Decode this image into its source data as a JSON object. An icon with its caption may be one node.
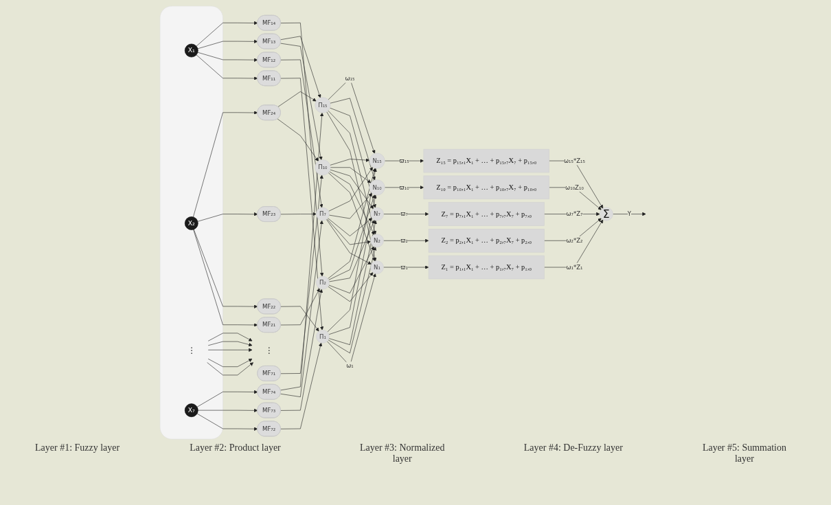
{
  "diagram": {
    "nodes": [
      {
        "text": [],
        "shape": "box"
      },
      {
        "text": [
          "X₁"
        ],
        "in": 0
      },
      {
        "text": [
          "X₂"
        ],
        "in": 0
      },
      {
        "text": [
          "⋮"
        ],
        "in": 0
      },
      {
        "text": [
          "X₇"
        ],
        "in": 0
      },
      {
        "text": [
          "MF₁₁"
        ]
      },
      {
        "text": [
          "MF₁₂"
        ]
      },
      {
        "text": [
          "MF₁₃"
        ]
      },
      {
        "text": [
          "MF₁₄"
        ]
      },
      {
        "text": [
          "MF₂₁"
        ]
      },
      {
        "text": [
          "MF₂₂"
        ]
      },
      {
        "text": [
          "MF₂₃"
        ]
      },
      {
        "text": [
          "MF₂₄"
        ]
      },
      {
        "text": [
          "⋮"
        ]
      },
      {
        "text": [
          "MF₇₁"
        ]
      },
      {
        "text": [
          "MF₇₂"
        ]
      },
      {
        "text": [
          "MF₇₃"
        ]
      },
      {
        "text": [
          "MF₇₄"
        ]
      },
      {
        "text": [
          "Π₁"
        ]
      },
      {
        "text": [
          "Π₂"
        ]
      },
      {
        "text": [
          "Π₇"
        ]
      },
      {
        "text": [
          "Π₁₀"
        ]
      },
      {
        "text": [
          "Π₁₅"
        ]
      },
      {
        "text": [
          "N₁"
        ]
      },
      {
        "text": [
          "N₂"
        ]
      },
      {
        "text": [
          "N₇"
        ]
      },
      {
        "text": [
          "N₁₀"
        ]
      },
      {
        "text": [
          "N₁₅"
        ]
      },
      {
        "text": [
          "Z₁ = p₁,₁X₁ + … + p₁,₇X₇ + p₁,₀"
        ]
      },
      {
        "text": [
          "Z₂ = p₂,₁X₁ + … + p₂,₇X₇ + p₂,₀"
        ]
      },
      {
        "text": [
          "Z₇ = p₇,₁X₁ + … + p₇,₇X₇ + p₇,₀"
        ]
      },
      {
        "text": [
          "Z₁₀ = p₁₀,₁X₁ + … + p₁₀,₇X₇ + p₁₀,₀"
        ]
      },
      {
        "text": [
          "Z₁₅ = p₁₅,₁X₁ + … + p₁₅,₇X₇ + p₁₅,₀"
        ]
      },
      {
        "text": [
          "Σ"
        ]
      }
    ],
    "edges": [
      {
        "from": 1,
        "to": 5,
        "arrow": "to"
      },
      {
        "from": 1,
        "to": 6,
        "arrow": "to"
      },
      {
        "from": 1,
        "to": 7,
        "arrow": "to"
      },
      {
        "from": 1,
        "to": 8,
        "arrow": "to"
      },
      {
        "from": 2,
        "to": 9,
        "arrow": "to"
      },
      {
        "from": 2,
        "to": 10,
        "arrow": "to"
      },
      {
        "from": 2,
        "to": 11,
        "arrow": "to"
      },
      {
        "from": 2,
        "to": 12,
        "arrow": "to"
      },
      {
        "from": 3,
        "to": 13,
        "arrow": "to"
      },
      {
        "from": 3,
        "to": 13,
        "arrow": "to"
      },
      {
        "from": 3,
        "to": 13,
        "arrow": "to"
      },
      {
        "from": 3,
        "to": 13,
        "arrow": "to"
      },
      {
        "from": 3,
        "to": 13,
        "arrow": "to"
      },
      {
        "from": 4,
        "to": 15,
        "arrow": "to"
      },
      {
        "from": 4,
        "to": 16,
        "arrow": "to"
      },
      {
        "from": 4,
        "to": 17,
        "arrow": "to"
      },
      {
        "from": 5,
        "to": 18,
        "arrow": "to"
      },
      {
        "from": 10,
        "to": 18,
        "arrow": "to"
      },
      {
        "from": 15,
        "to": 18,
        "arrow": "to"
      },
      {
        "from": 8,
        "to": 19,
        "arrow": "to"
      },
      {
        "from": 9,
        "to": 19,
        "arrow": "to"
      },
      {
        "from": 16,
        "to": 19,
        "arrow": "to"
      },
      {
        "from": 6,
        "to": 20,
        "arrow": "to"
      },
      {
        "from": 11,
        "to": 20,
        "arrow": "to"
      },
      {
        "from": 17,
        "to": 20,
        "arrow": "to"
      },
      {
        "from": 14,
        "to": 21,
        "arrow": "to"
      },
      {
        "from": 7,
        "to": 21,
        "arrow": "to"
      },
      {
        "from": 12,
        "to": 21,
        "arrow": "to"
      },
      {
        "from": 7,
        "to": 22,
        "arrow": "to"
      },
      {
        "from": 12,
        "to": 22,
        "arrow": "to"
      },
      {
        "from": 17,
        "to": 22,
        "arrow": "to"
      },
      {
        "from": 18,
        "to": 23,
        "arrow": "to",
        "label": "ω₁"
      },
      {
        "from": 18,
        "to": 24,
        "arrow": "to"
      },
      {
        "from": 18,
        "to": 25,
        "arrow": "to"
      },
      {
        "from": 18,
        "to": 26,
        "arrow": "to"
      },
      {
        "from": 18,
        "to": 27,
        "arrow": "to"
      },
      {
        "from": 19,
        "to": 23,
        "arrow": "to"
      },
      {
        "from": 19,
        "to": 24,
        "arrow": "to"
      },
      {
        "from": 19,
        "to": 25,
        "arrow": "to"
      },
      {
        "from": 19,
        "to": 26,
        "arrow": "to"
      },
      {
        "from": 19,
        "to": 27,
        "arrow": "to"
      },
      {
        "from": 20,
        "to": 23,
        "arrow": "to"
      },
      {
        "from": 20,
        "to": 24,
        "arrow": "to"
      },
      {
        "from": 20,
        "to": 25,
        "arrow": "to"
      },
      {
        "from": 20,
        "to": 26,
        "arrow": "to"
      },
      {
        "from": 20,
        "to": 27,
        "arrow": "to"
      },
      {
        "from": 21,
        "to": 23,
        "arrow": "to"
      },
      {
        "from": 21,
        "to": 24,
        "arrow": "to"
      },
      {
        "from": 21,
        "to": 25,
        "arrow": "to"
      },
      {
        "from": 21,
        "to": 26,
        "arrow": "to"
      },
      {
        "from": 21,
        "to": 27,
        "arrow": "to"
      },
      {
        "from": 22,
        "to": 23,
        "arrow": "to"
      },
      {
        "from": 22,
        "to": 24,
        "arrow": "to"
      },
      {
        "from": 22,
        "to": 25,
        "arrow": "to"
      },
      {
        "from": 22,
        "to": 26,
        "arrow": "to"
      },
      {
        "from": 22,
        "to": 27,
        "arrow": "to",
        "label": "ω₁₅"
      },
      {
        "from": 23,
        "to": 28,
        "arrow": "to",
        "label": "ϖ₁"
      },
      {
        "from": 24,
        "to": 29,
        "arrow": "to",
        "label": "ϖ₂"
      },
      {
        "from": 25,
        "to": 30,
        "arrow": "to",
        "label": "ϖ₇"
      },
      {
        "from": 26,
        "to": 31,
        "arrow": "to",
        "label": "ϖ₁₀"
      },
      {
        "from": 27,
        "to": 32,
        "arrow": "to",
        "label": "ϖ₁₅"
      },
      {
        "from": 28,
        "to": 33,
        "arrow": "to",
        "label": "ω₁*Z₁"
      },
      {
        "from": 29,
        "to": 33,
        "arrow": "to",
        "label": "ω₂*Z₂"
      },
      {
        "from": 30,
        "to": 33,
        "arrow": "to",
        "label": "ω₇*Z₇"
      },
      {
        "from": 31,
        "to": 33,
        "arrow": "to",
        "label": "ω₁₀Z₁₀"
      },
      {
        "from": 32,
        "to": 33,
        "arrow": "to",
        "label": "ω₁₅*Z₁₅"
      },
      {
        "from": 33,
        "to": null,
        "arrow": "to",
        "label": "Y"
      }
    ],
    "labels": [
      "Layer #1: Fuzzy layer",
      "Layer #2: Product layer",
      "Layer #3: Normalized layer",
      "Layer #4: De-Fuzzy layer",
      "Layer #5: Summation layer"
    ]
  }
}
